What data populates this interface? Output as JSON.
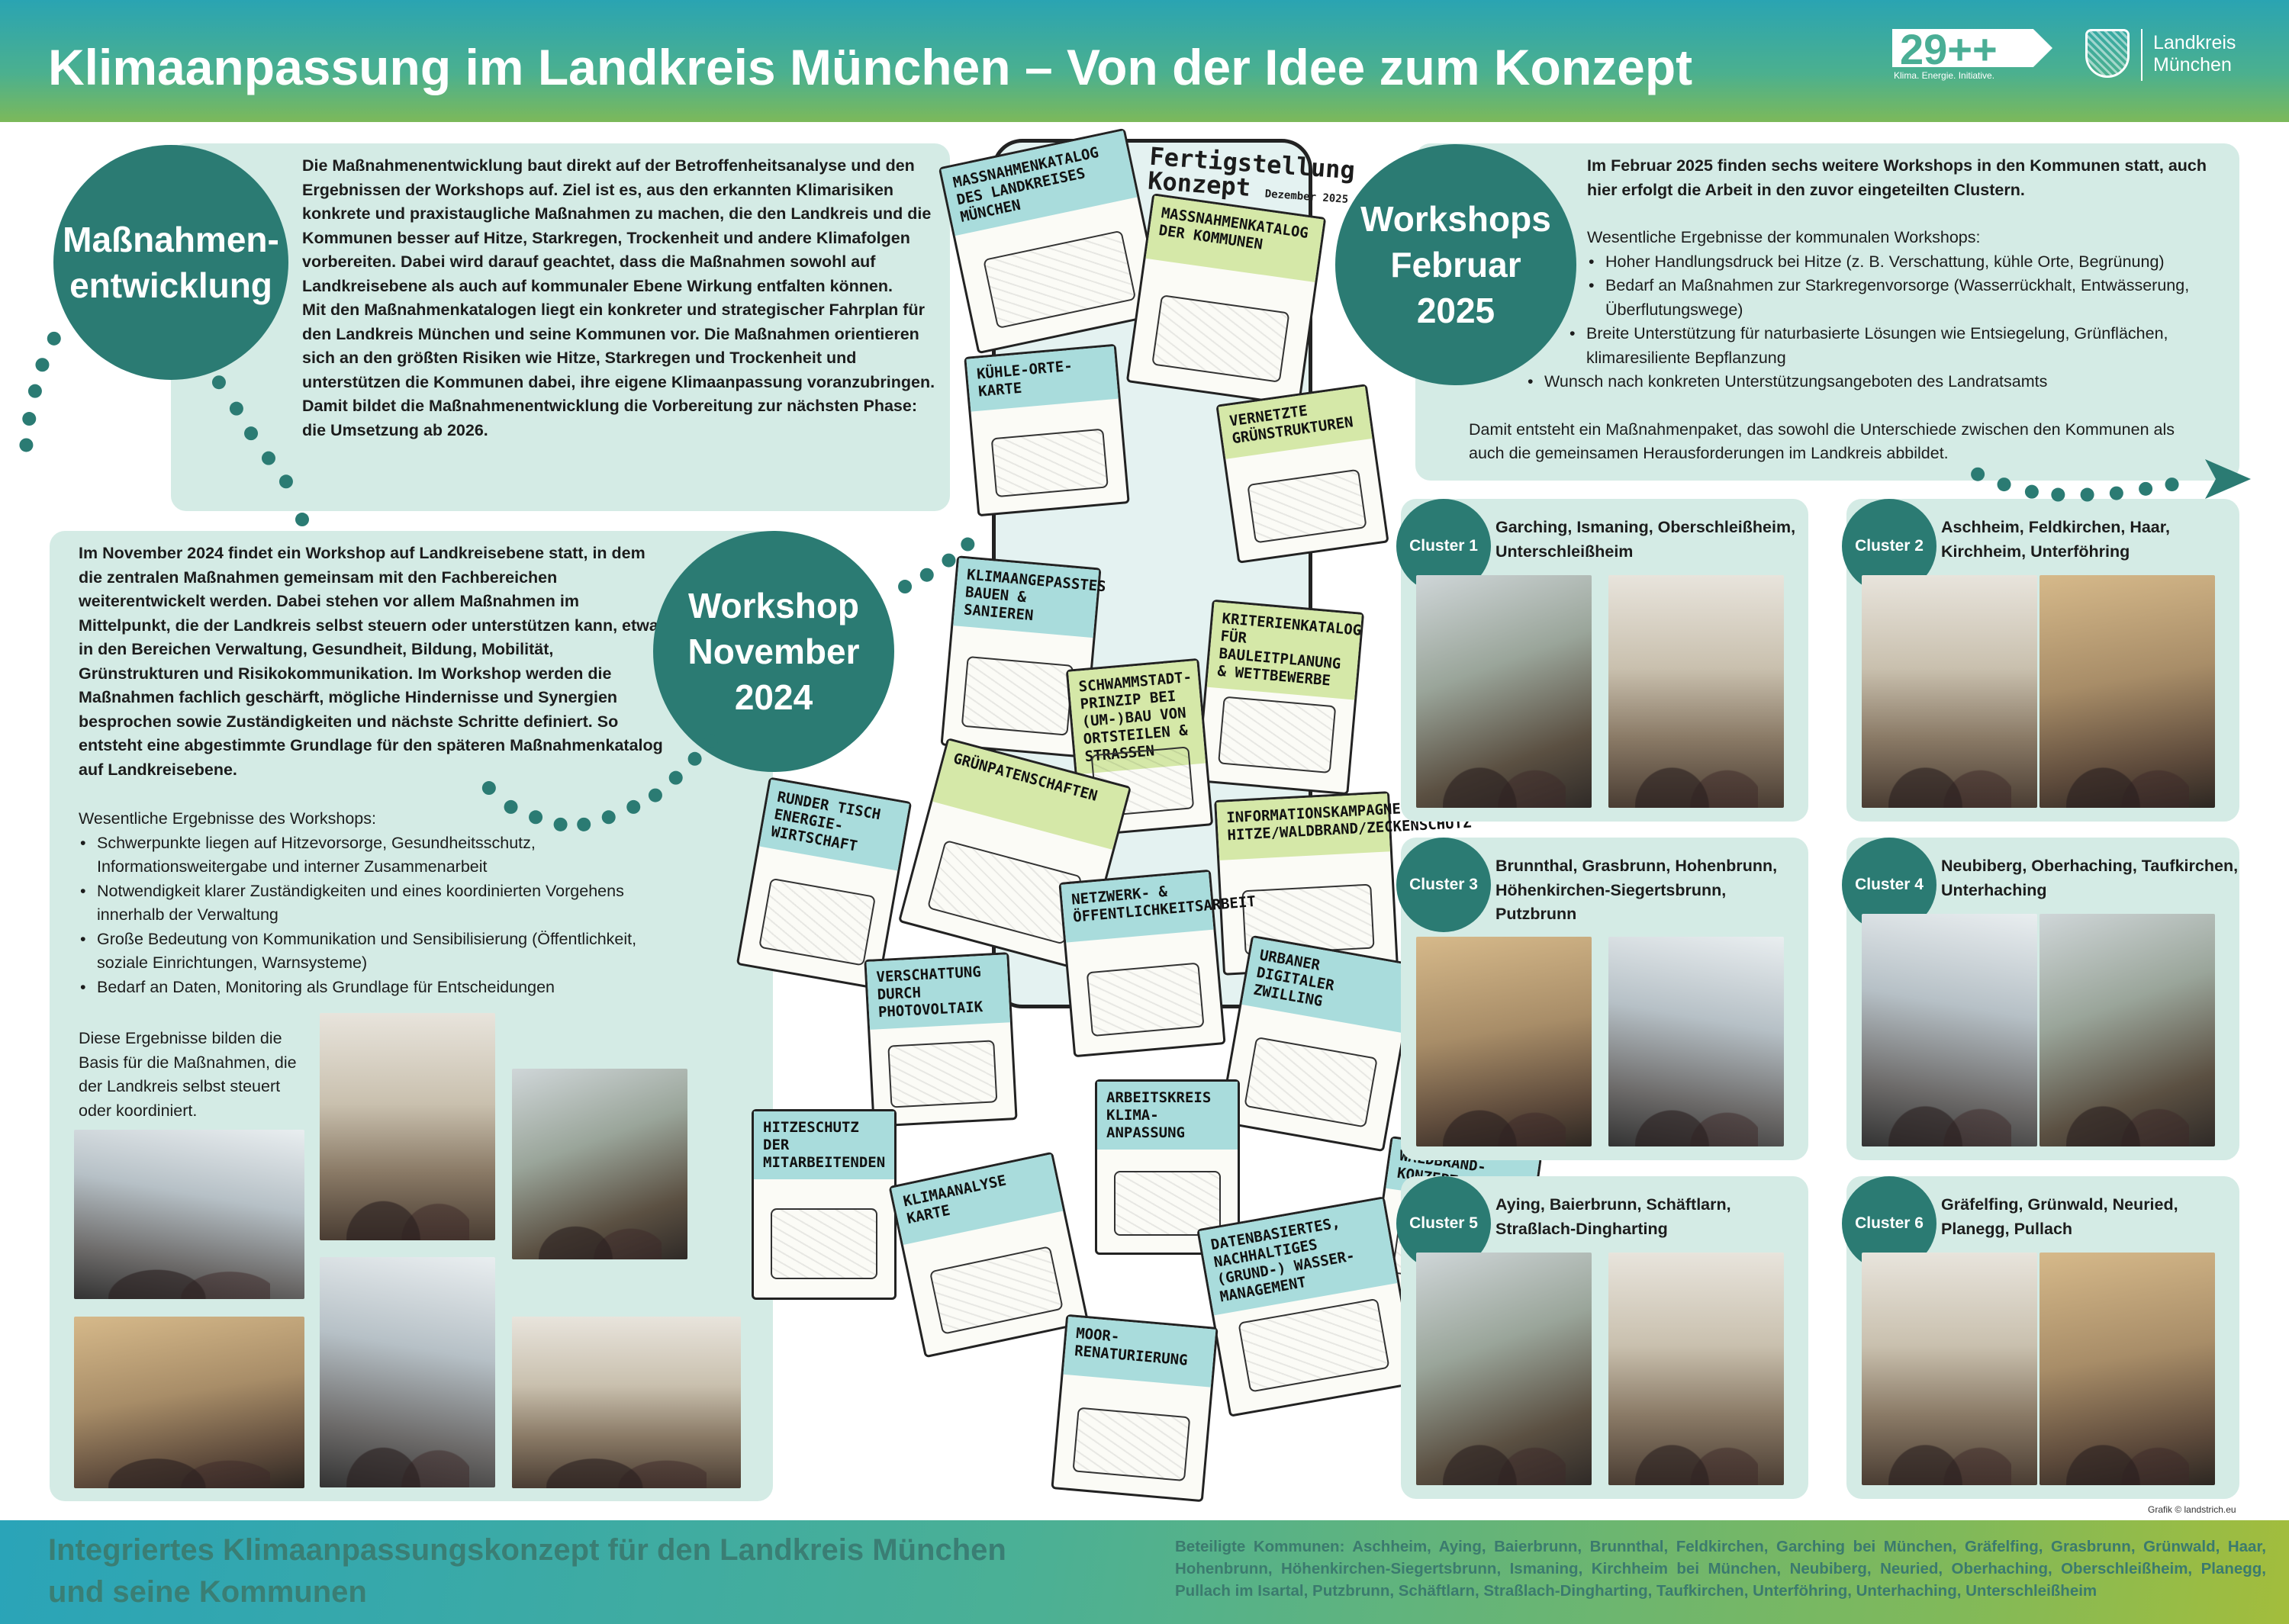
{
  "header": {
    "title": "Klimaanpassung im Landkreis München – Von der Idee zum Konzept",
    "logo_29": {
      "text": "29++",
      "subtitle": "Klima. Energie. Initiative."
    },
    "logo_lk": {
      "line1": "Landkreis",
      "line2": "München"
    }
  },
  "massnahmen": {
    "circle_line1": "Maßnahmen-",
    "circle_line2": "entwicklung",
    "paragraphs": [
      "Die Maßnahmenentwicklung baut direkt auf der Betroffenheitsanalyse und den Ergebnissen der Workshops auf. Ziel ist es, aus den erkannten Klimarisiken konkrete und praxistaugliche Maßnahmen zu machen, die den Landkreis und die Kommunen besser auf Hitze, Starkregen, Trockenheit und andere Klimafolgen vorbereiten. Dabei wird darauf geachtet, dass die Maßnahmen sowohl auf Landkreisebene als auch auf kommunaler Ebene Wirkung entfalten können.",
      "Mit den Maßnahmenkatalogen liegt ein konkreter und strategischer Fahrplan für den Landkreis München und seine Kommunen vor. Die Maßnahmen orientieren sich an den größten Risiken wie Hitze, Starkregen und Trockenheit und unterstützen die Kommunen dabei, ihre eigene Klimaanpassung voranzubringen.",
      "Damit bildet die Maßnahmenentwicklung die Vorbereitung zur nächsten Phase: die Umsetzung ab 2026."
    ]
  },
  "workshop_nov": {
    "circle_line1": "Workshop",
    "circle_line2": "November",
    "circle_line3": "2024",
    "intro": "Im November 2024 findet ein Workshop auf Landkreisebene statt, in dem die zentralen Maßnahmen gemeinsam mit den Fachbereichen weiterentwickelt werden. Dabei stehen vor allem Maßnahmen im Mittelpunkt, die der Landkreis selbst steuern oder unterstützen kann, etwa in den Bereichen Verwaltung, Gesundheit, Bildung, Mobilität, Grünstrukturen und Risikokommunikation. Im Workshop werden die Maßnahmen fachlich geschärft, mögliche Hindernisse und Synergien besprochen sowie Zuständigkeiten und nächste Schritte definiert. So entsteht eine abgestimmte Grundlage für den späteren Maßnahmenkatalog auf Landkreisebene.",
    "results_heading": "Wesentliche Ergebnisse des Workshops:",
    "results": [
      "Schwerpunkte liegen auf Hitzevorsorge, Gesundheitsschutz, Informationsweitergabe und interner Zusammenarbeit",
      "Notwendigkeit klarer Zuständigkeiten und eines koordinierten Vorgehens innerhalb der Verwaltung",
      "Große Bedeutung von Kommunikation und Sensibilisierung (Öffentlichkeit, soziale Einrichtungen, Warnsysteme)",
      "Bedarf an Daten, Monitoring als Grundlage für Entscheidungen"
    ],
    "closing": "Diese Ergebnisse bilden die Basis für die Maßnahmen, die der Landkreis selbst steuert oder koordiniert."
  },
  "workshops_feb": {
    "circle_line1": "Workshops",
    "circle_line2": "Februar",
    "circle_line3": "2025",
    "intro": "Im Februar 2025 finden sechs weitere Workshops in den Kommunen statt, auch hier erfolgt die Arbeit in den zuvor eingeteilten Clustern.",
    "results_heading": "Wesentliche Ergebnisse der kommunalen Workshops:",
    "results": [
      "Hoher Handlungsdruck bei Hitze (z. B. Verschattung, kühle Orte, Begrünung)",
      "Bedarf an Maßnahmen zur Starkregenvorsorge (Wasserrückhalt, Entwässerung, Überflutungswege)",
      "Breite Unterstützung für naturbasierte Lösungen wie Entsiegelung, Grünflächen, klimaresiliente Bepflanzung",
      "Wunsch nach konkreten Unterstützungsangeboten des Landratsamts"
    ],
    "closing": "Damit entsteht ein Maßnahmenpaket, das sowohl die Unterschiede zwischen den Kommunen als auch die gemeinsamen Herausforderungen im Landkreis abbildet."
  },
  "clusters": [
    {
      "label": "Cluster 1",
      "names": "Garching, Ismaning, Oberschleißheim, Unterschleißheim"
    },
    {
      "label": "Cluster 2",
      "names": "Aschheim, Feldkirchen, Haar, Kirchheim, Unterföhring"
    },
    {
      "label": "Cluster 3",
      "names": "Brunnthal, Grasbrunn, Hohenbrunn, Höhenkirchen-Siegertsbrunn, Putzbrunn"
    },
    {
      "label": "Cluster 4",
      "names": "Neubiberg, Oberhaching, Taufkirchen, Unterhaching"
    },
    {
      "label": "Cluster 5",
      "names": "Aying, Baierbrunn, Schäftlarn, Straßlach-Dingharting"
    },
    {
      "label": "Cluster 6",
      "names": "Gräfelfing, Grünwald, Neuried, Planegg, Pullach"
    }
  ],
  "sketch": {
    "deadline_line1": "Fertigstellung",
    "deadline_line2": "Konzept",
    "deadline_date": "Dezember 2025",
    "cards": [
      "Maßnahmenkatalog des Landkreises München",
      "Maßnahmenkatalog der Kommunen",
      "Kühle-Orte-Karte",
      "Vernetzte Grünstrukturen",
      "Klimaangepasstes Bauen & Sanieren",
      "Kriterienkatalog für Bauleitplanung & Wettbewerbe",
      "Schwammstadt-Prinzip bei (Um-)Bau von Ortsteilen & Straßen",
      "Grünpatenschaften",
      "Runder Tisch Energie-Wirtschaft",
      "Informationskampagne Hitze/Waldbrand/Zeckenschutz",
      "Netzwerk- & Öffentlichkeitsarbeit",
      "Verschattung durch Photovoltaik",
      "Urbaner digitaler Zwilling",
      "Arbeitskreis Klima-Anpassung",
      "Hitzeschutz der Mitarbeitenden",
      "Klimaanalyse Karte",
      "Datenbasiertes, nachhaltiges (Grund-) Wasser-Management",
      "Moor-Renaturierung",
      "Waldbrand-Konzept"
    ]
  },
  "footer": {
    "title_line1": "Integriertes Klimaanpassungskonzept für den Landkreis München",
    "title_line2": "und seine Kommunen",
    "participants": "Beteiligte Kommunen: Aschheim, Aying, Baierbrunn, Brunnthal, Feldkirchen, Garching bei München, Gräfelfing, Grasbrunn, Grünwald, Haar, Hohenbrunn, Höhenkirchen-Siegertsbrunn, Ismaning, Kirchheim bei München, Neubiberg, Neuried, Oberhaching, Oberschleißheim, Planegg, Pullach im Isartal, Putzbrunn, Schäftlarn, Straßlach-Dingharting, Taufkirchen, Unterföhring, Unterhaching, Unterschleißheim",
    "credit": "Grafik © landstrich.eu"
  },
  "colors": {
    "accent": "#2b7b73",
    "panel": "#d4ebe5",
    "header_start": "#2aa4b2",
    "header_end": "#7cb95a"
  }
}
